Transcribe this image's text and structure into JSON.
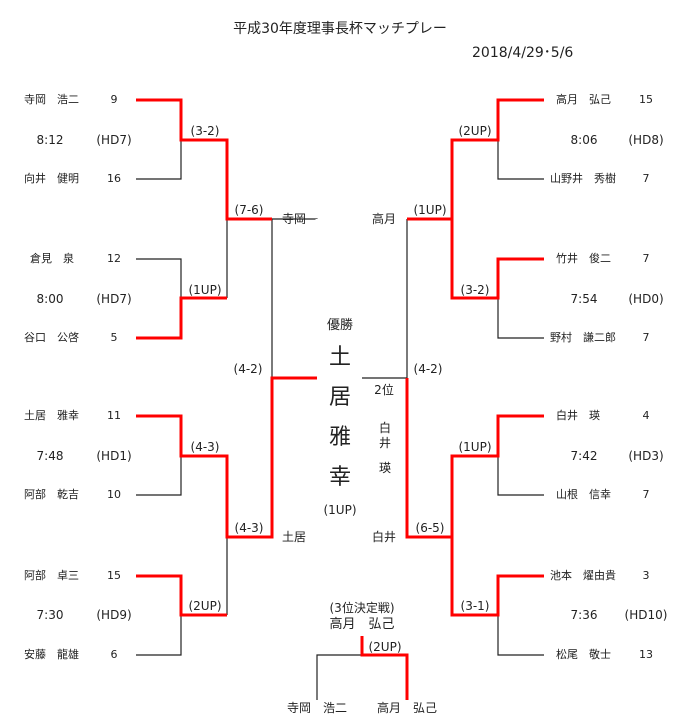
{
  "title": "平成30年度理事長杯マッチプレー",
  "dates": "2018/4/29･5/6",
  "colors": {
    "winner": "#ff0000",
    "line": "#222222"
  },
  "left": [
    {
      "p1": "寺岡　浩二",
      "h1": "9",
      "time": "8:12",
      "hd": "(HD7)",
      "p2": "向井　健明",
      "h2": "16",
      "result": "(3-2)"
    },
    {
      "p1": "倉見　泉",
      "h1": "12",
      "time": "8:00",
      "hd": "(HD7)",
      "p2": "谷口　公啓",
      "h2": "5",
      "result": "(1UP)"
    },
    {
      "p1": "土居　雅幸",
      "h1": "11",
      "time": "7:48",
      "hd": "(HD1)",
      "p2": "阿部　乾吉",
      "h2": "10",
      "result": "(4-3)"
    },
    {
      "p1": "阿部　卓三",
      "h1": "15",
      "time": "7:30",
      "hd": "(HD9)",
      "p2": "安藤　龍雄",
      "h2": "6",
      "result": "(2UP)"
    }
  ],
  "right": [
    {
      "p1": "高月　弘己",
      "h1": "15",
      "time": "8:06",
      "hd": "(HD8)",
      "p2": "山野井　秀樹",
      "h2": "7",
      "result": "(2UP)"
    },
    {
      "p1": "竹井　俊二",
      "h1": "7",
      "time": "7:54",
      "hd": "(HD0)",
      "p2": "野村　謙二郎",
      "h2": "7",
      "result": "(3-2)"
    },
    {
      "p1": "白井　瑛",
      "h1": "4",
      "time": "7:42",
      "hd": "(HD3)",
      "p2": "山根　信幸",
      "h2": "7",
      "result": "(1UP)"
    },
    {
      "p1": "池本　燿由貴",
      "h1": "3",
      "time": "7:36",
      "hd": "(HD10)",
      "p2": "松尾　敬士",
      "h2": "13",
      "result": "(3-1)"
    }
  ],
  "semis": {
    "left_top": {
      "result": "(7-6)",
      "winner": "寺岡"
    },
    "left_bottom": {
      "result": "(4-3)",
      "winner": "土居"
    },
    "right_top": {
      "result": "(1UP)",
      "winner": "高月"
    },
    "right_bottom": {
      "result": "(6-5)",
      "winner": "白井"
    }
  },
  "final": {
    "left_result": "(4-2)",
    "right_result": "(4-2)",
    "champion_label": "優勝",
    "champion_chars": [
      "土",
      "居",
      "雅",
      "幸"
    ],
    "champion_score": "(1UP)",
    "runner_label": "2位",
    "runner_chars": [
      "白",
      "井",
      "瑛"
    ]
  },
  "third_place": {
    "label": "(3位決定戦)",
    "winner": "高月　弘己",
    "result": "(2UP)",
    "player_left": "寺岡　浩二",
    "player_right": "高月　弘己"
  }
}
